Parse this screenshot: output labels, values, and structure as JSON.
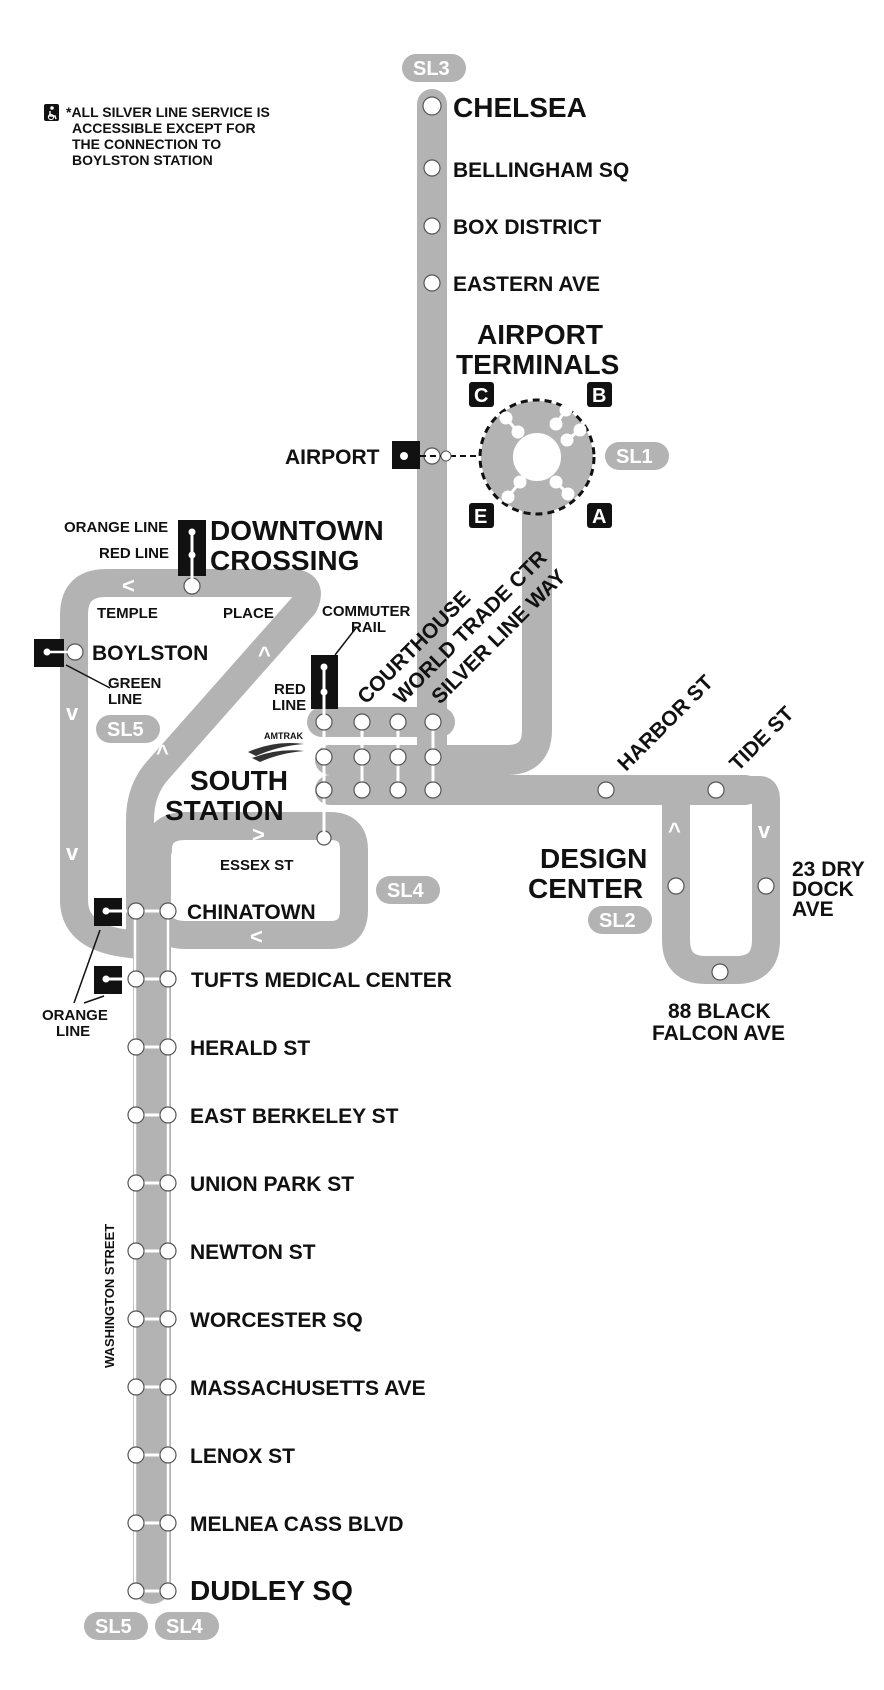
{
  "accessibility_note": {
    "icon": "wheelchair-icon",
    "lines": [
      "*ALL SILVER LINE SERVICE IS",
      "ACCESSIBLE EXCEPT FOR",
      "THE CONNECTION TO",
      "BOYLSTON STATION"
    ]
  },
  "route_badges": {
    "sl1": "SL1",
    "sl2": "SL2",
    "sl3": "SL3",
    "sl4": "SL4",
    "sl4_bottom": "SL4",
    "sl5": "SL5",
    "sl5_bottom": "SL5"
  },
  "sl3_stations": {
    "chelsea": "CHELSEA",
    "bellingham": "BELLINGHAM SQ",
    "box_district": "BOX DISTRICT",
    "eastern_ave": "EASTERN AVE"
  },
  "airport": {
    "title_line1": "AIRPORT",
    "title_line2": "TERMINALS",
    "terminals": {
      "a": "A",
      "b": "B",
      "c": "C",
      "e": "E"
    },
    "airport_station": "AIRPORT"
  },
  "downtown": {
    "orange_line": "ORANGE LINE",
    "red_line": "RED LINE",
    "name_line1": "DOWNTOWN",
    "name_line2": "CROSSING",
    "temple": "TEMPLE",
    "place": "PLACE"
  },
  "boylston": {
    "name": "BOYLSTON",
    "green_line_1": "GREEN",
    "green_line_2": "LINE"
  },
  "south_station": {
    "commuter_rail_1": "COMMUTER",
    "commuter_rail_2": "RAIL",
    "red_line_1": "RED",
    "red_line_2": "LINE",
    "amtrak": "AMTRAK",
    "name_line1": "SOUTH",
    "name_line2": "STATION"
  },
  "waterfront": {
    "courthouse": "COURTHOUSE",
    "world_trade": "WORLD TRADE CTR",
    "silver_line_way": "SILVER LINE WAY",
    "harbor_st": "HARBOR ST",
    "tide_st": "TIDE ST",
    "design_center_1": "DESIGN",
    "design_center_2": "CENTER",
    "dry_dock_1": "23 DRY",
    "dry_dock_2": "DOCK",
    "dry_dock_3": "AVE",
    "black_falcon_1": "88 BLACK",
    "black_falcon_2": "FALCON AVE"
  },
  "essex_st": "ESSEX ST",
  "orange_line_1": "ORANGE",
  "orange_line_2": "LINE",
  "washington_street": "WASHINGTON STREET",
  "washington_stations": {
    "chinatown": "CHINATOWN",
    "tufts": "TUFTS MEDICAL CENTER",
    "herald": "HERALD ST",
    "east_berkeley": "EAST BERKELEY ST",
    "union_park": "UNION PARK ST",
    "newton": "NEWTON ST",
    "worcester": "WORCESTER SQ",
    "mass_ave": "MASSACHUSETTS AVE",
    "lenox": "LENOX ST",
    "melnea": "MELNEA CASS BLVD",
    "dudley": "DUDLEY SQ"
  },
  "direction_arrows": {
    "left": "<",
    "right": ">",
    "up": "^",
    "down": "v"
  },
  "colors": {
    "route_gray": "#b3b3b3",
    "inner_line": "#ffffff",
    "connection_black": "#111111",
    "text": "#111111"
  }
}
